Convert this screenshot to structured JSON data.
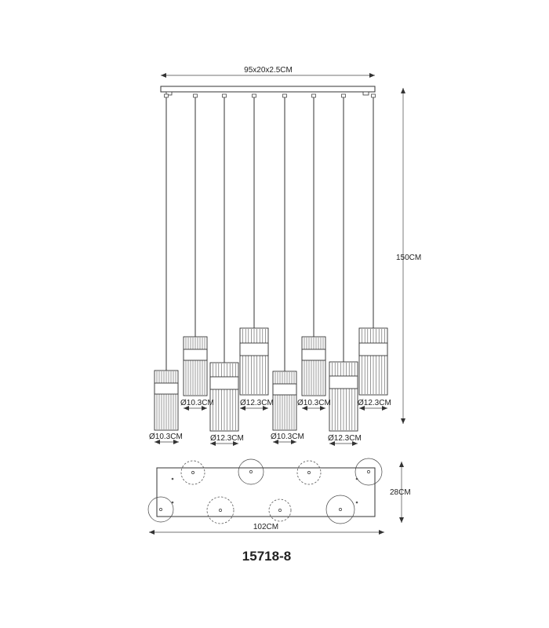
{
  "dimensions": {
    "canopy": "95x20x2.5CM",
    "height": "150CM",
    "width": "102CM",
    "depth": "28CM"
  },
  "shade_labels": [
    "Ø10.3CM",
    "Ø10.3CM",
    "Ø12.3CM",
    "Ø12.3CM",
    "Ø10.3CM",
    "Ø10.3CM",
    "Ø12.3CM",
    "Ø12.3CM"
  ],
  "model_number": "15718-8"
}
